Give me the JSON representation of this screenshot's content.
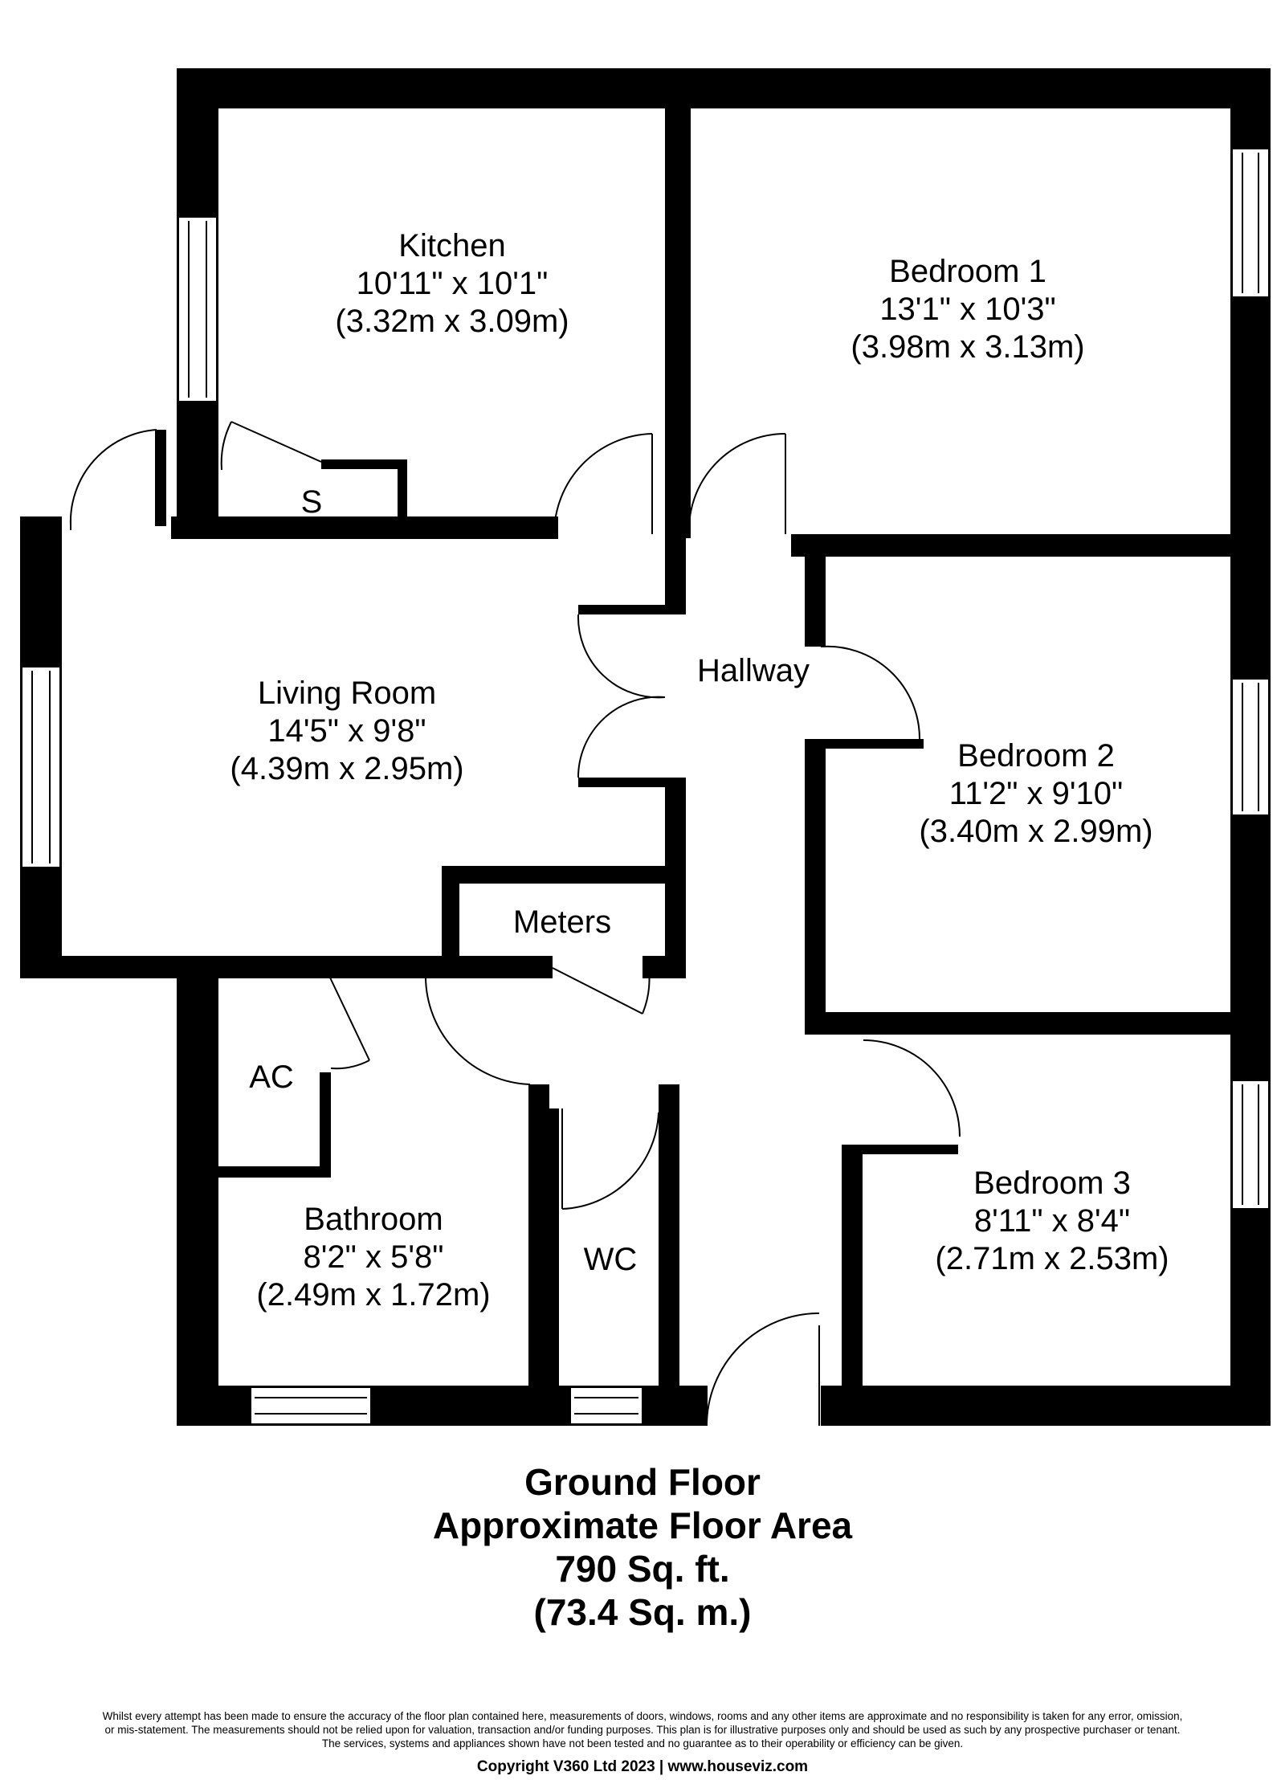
{
  "rooms": {
    "kitchen": {
      "name": "Kitchen",
      "imperial": "10'11\" x 10'1\"",
      "metric": "(3.32m x 3.09m)"
    },
    "bedroom1": {
      "name": "Bedroom 1",
      "imperial": "13'1\" x 10'3\"",
      "metric": "(3.98m x 3.13m)"
    },
    "living": {
      "name": "Living Room",
      "imperial": "14'5\" x 9'8\"",
      "metric": "(4.39m x 2.95m)"
    },
    "hallway": {
      "name": "Hallway"
    },
    "bedroom2": {
      "name": "Bedroom 2",
      "imperial": "11'2\" x 9'10\"",
      "metric": "(3.40m x 2.99m)"
    },
    "meters": {
      "name": "Meters"
    },
    "ac": {
      "name": "AC"
    },
    "store": {
      "name": "S"
    },
    "bathroom": {
      "name": "Bathroom",
      "imperial": "8'2\" x 5'8\"",
      "metric": "(2.49m x 1.72m)"
    },
    "wc": {
      "name": "WC"
    },
    "bedroom3": {
      "name": "Bedroom 3",
      "imperial": "8'11\" x 8'4\"",
      "metric": "(2.71m x 2.53m)"
    }
  },
  "caption": {
    "floor": "Ground Floor",
    "area_label": "Approximate Floor Area",
    "area_imperial": "790 Sq. ft.",
    "area_metric": "(73.4 Sq. m.)"
  },
  "footer": {
    "disclaimer_line1": "Whilst every attempt has been made to ensure the accuracy of the floor plan contained here, measurements of doors, windows, rooms and any other items are approximate and no responsibility is taken for any error, omission,",
    "disclaimer_line2": "or mis-statement. The measurements should not be relied upon for valuation, transaction and/or funding purposes. This plan is for illustrative purposes only and should be used as such by any prospective purchaser or tenant.",
    "disclaimer_line3": "The services, systems and appliances shown have not been tested and no guarantee as to their operability or efficiency can be given.",
    "copyright": "Copyright V360 Ltd 2023 | www.houseviz.com"
  },
  "colors": {
    "wall": "#000000",
    "background": "#ffffff",
    "window": "#ffffff"
  }
}
